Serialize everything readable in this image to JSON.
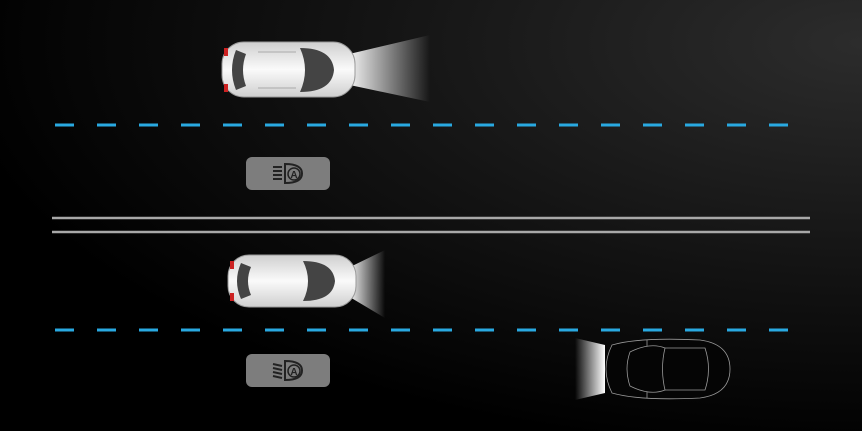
{
  "scene": {
    "name": "auto-high-beam-illustration",
    "colors": {
      "lane_dash": "#29a9e1",
      "road_edge": "#a8a8a8",
      "badge": "#7d7d7d",
      "icon": "#222222",
      "car_body": "#e8e8e8"
    },
    "icons": [
      "auto-high-beam-icon",
      "auto-high-beam-icon"
    ],
    "vehicles": [
      "ego-car-high-beam",
      "ego-car-low-beam",
      "oncoming-car"
    ]
  }
}
